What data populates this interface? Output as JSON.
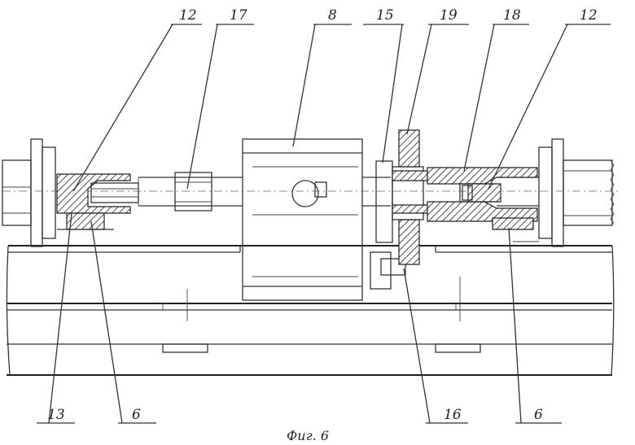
{
  "labels": {
    "l12a": "12",
    "l17": "17",
    "l8": "8",
    "l15": "15",
    "l19": "19",
    "l18": "18",
    "l12b": "12",
    "l13": "13",
    "l6a": "6",
    "l16": "16",
    "l6b": "6"
  },
  "caption": "Фиг. 6"
}
